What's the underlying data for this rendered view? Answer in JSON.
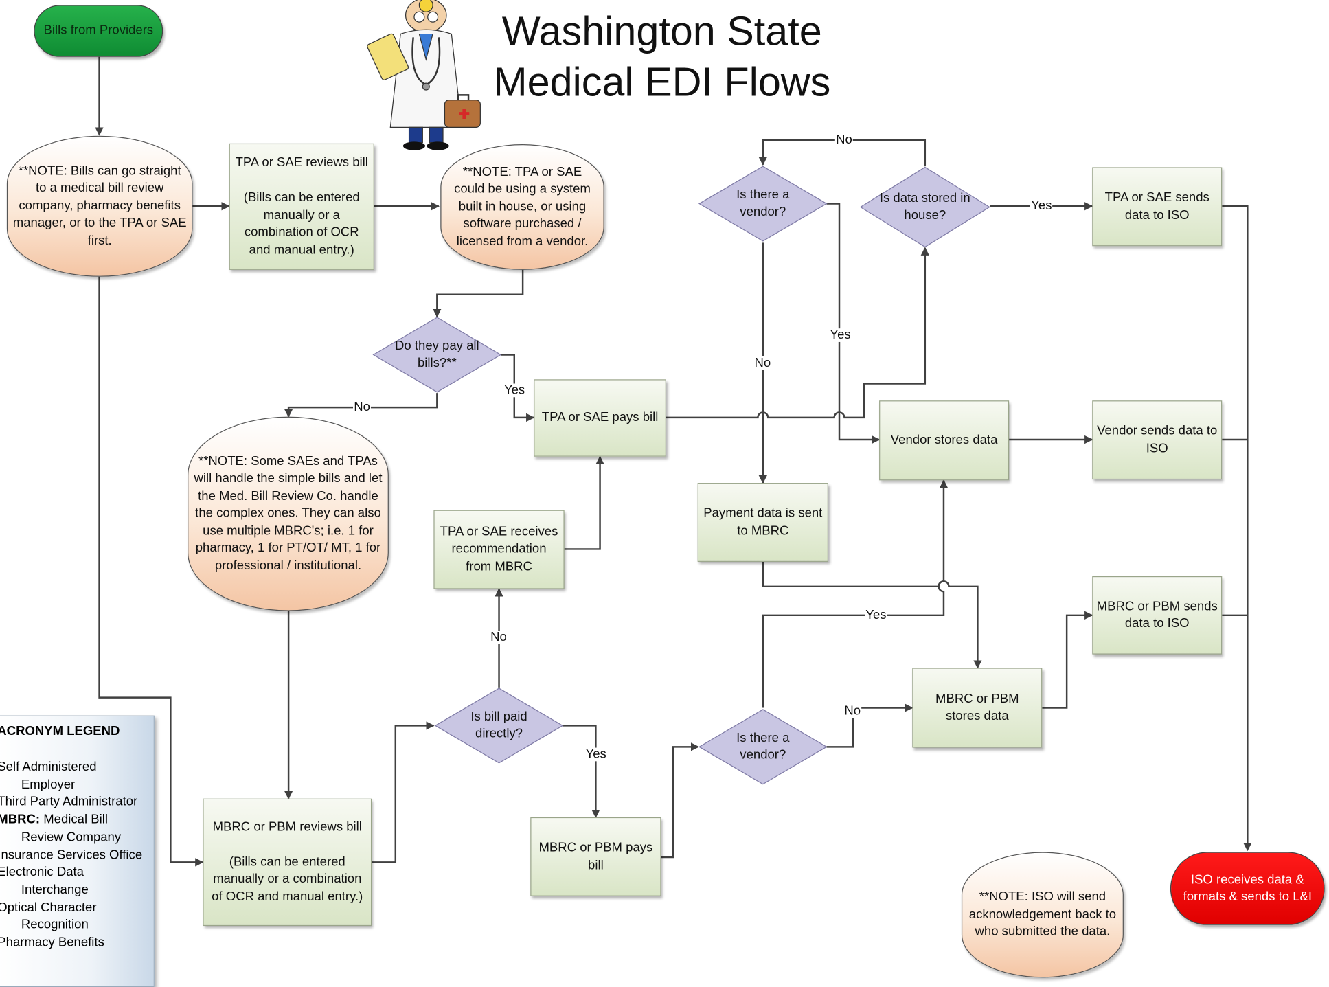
{
  "title": "Washington State\nMedical EDI Flows",
  "nodes": {
    "bills_from_providers": "Bills from Providers",
    "note_bills_straight": "**NOTE: Bills can go straight to a medical bill review company, pharmacy benefits manager, or to the TPA or SAE first.",
    "tpa_reviews_bill": "TPA or SAE reviews bill\n\n(Bills can be entered manually or a combination of OCR and manual entry.)",
    "note_tpa_system": "**NOTE: TPA or SAE could be using a system built in house, or using software purchased / licensed from a vendor.",
    "do_they_pay_all": "Do they pay all bills?**",
    "note_some_saes": "**NOTE: Some SAEs and TPAs will handle the simple bills and let the Med. Bill Review Co. handle the complex ones. They can also use multiple MBRC's; i.e. 1 for pharmacy, 1 for PT/OT/ MT, 1 for professional / institutional.",
    "tpa_pays_bill": "TPA or SAE pays bill",
    "tpa_receives_rec": "TPA or SAE receives recommendation from MBRC",
    "mbrc_reviews_bill": "MBRC or PBM reviews bill\n\n(Bills can be entered manually or a combination of OCR and manual entry.)",
    "is_bill_paid_directly": "Is bill paid directly?",
    "mbrc_pays_bill": "MBRC or PBM pays bill",
    "is_vendor_top": "Is there a vendor?",
    "is_data_in_house": "Is data stored in house?",
    "tpa_sends_iso": "TPA or SAE sends data to ISO",
    "vendor_stores_data": "Vendor stores data",
    "vendor_sends_iso": "Vendor sends data to ISO",
    "payment_data_mbrc": "Payment data  is sent to MBRC",
    "is_vendor_bottom": "Is there a vendor?",
    "mbrc_stores_data": "MBRC or PBM stores data",
    "mbrc_sends_iso": "MBRC or PBM sends data to ISO",
    "iso_receives": "ISO receives data & formats & sends to L&I",
    "note_iso_ack": "**NOTE: ISO will send acknowledgement back to who submitted the data."
  },
  "edge_labels": {
    "yes": "Yes",
    "no": "No"
  },
  "legend": {
    "title": "ACRONYM LEGEND",
    "entries": [
      {
        "term": "",
        "definition": "Self Administered Employer"
      },
      {
        "term": "",
        "definition": "Third Party Administrator"
      },
      {
        "term": "MBRC:",
        "definition": "Medical Bill Review Company"
      },
      {
        "term": "",
        "definition": "Insurance Services Office"
      },
      {
        "term": "",
        "definition": "Electronic Data Interchange"
      },
      {
        "term": "",
        "definition": "Optical Character Recognition"
      },
      {
        "term": "",
        "definition": "Pharmacy Benefits"
      }
    ]
  },
  "colors": {
    "start_terminal": "#1ea545",
    "end_terminal": "#ff0000",
    "process_box": "#dfe9cf",
    "note_shape": "#f6cfb2",
    "decision": "#c9c6e3",
    "connector": "#404040"
  }
}
